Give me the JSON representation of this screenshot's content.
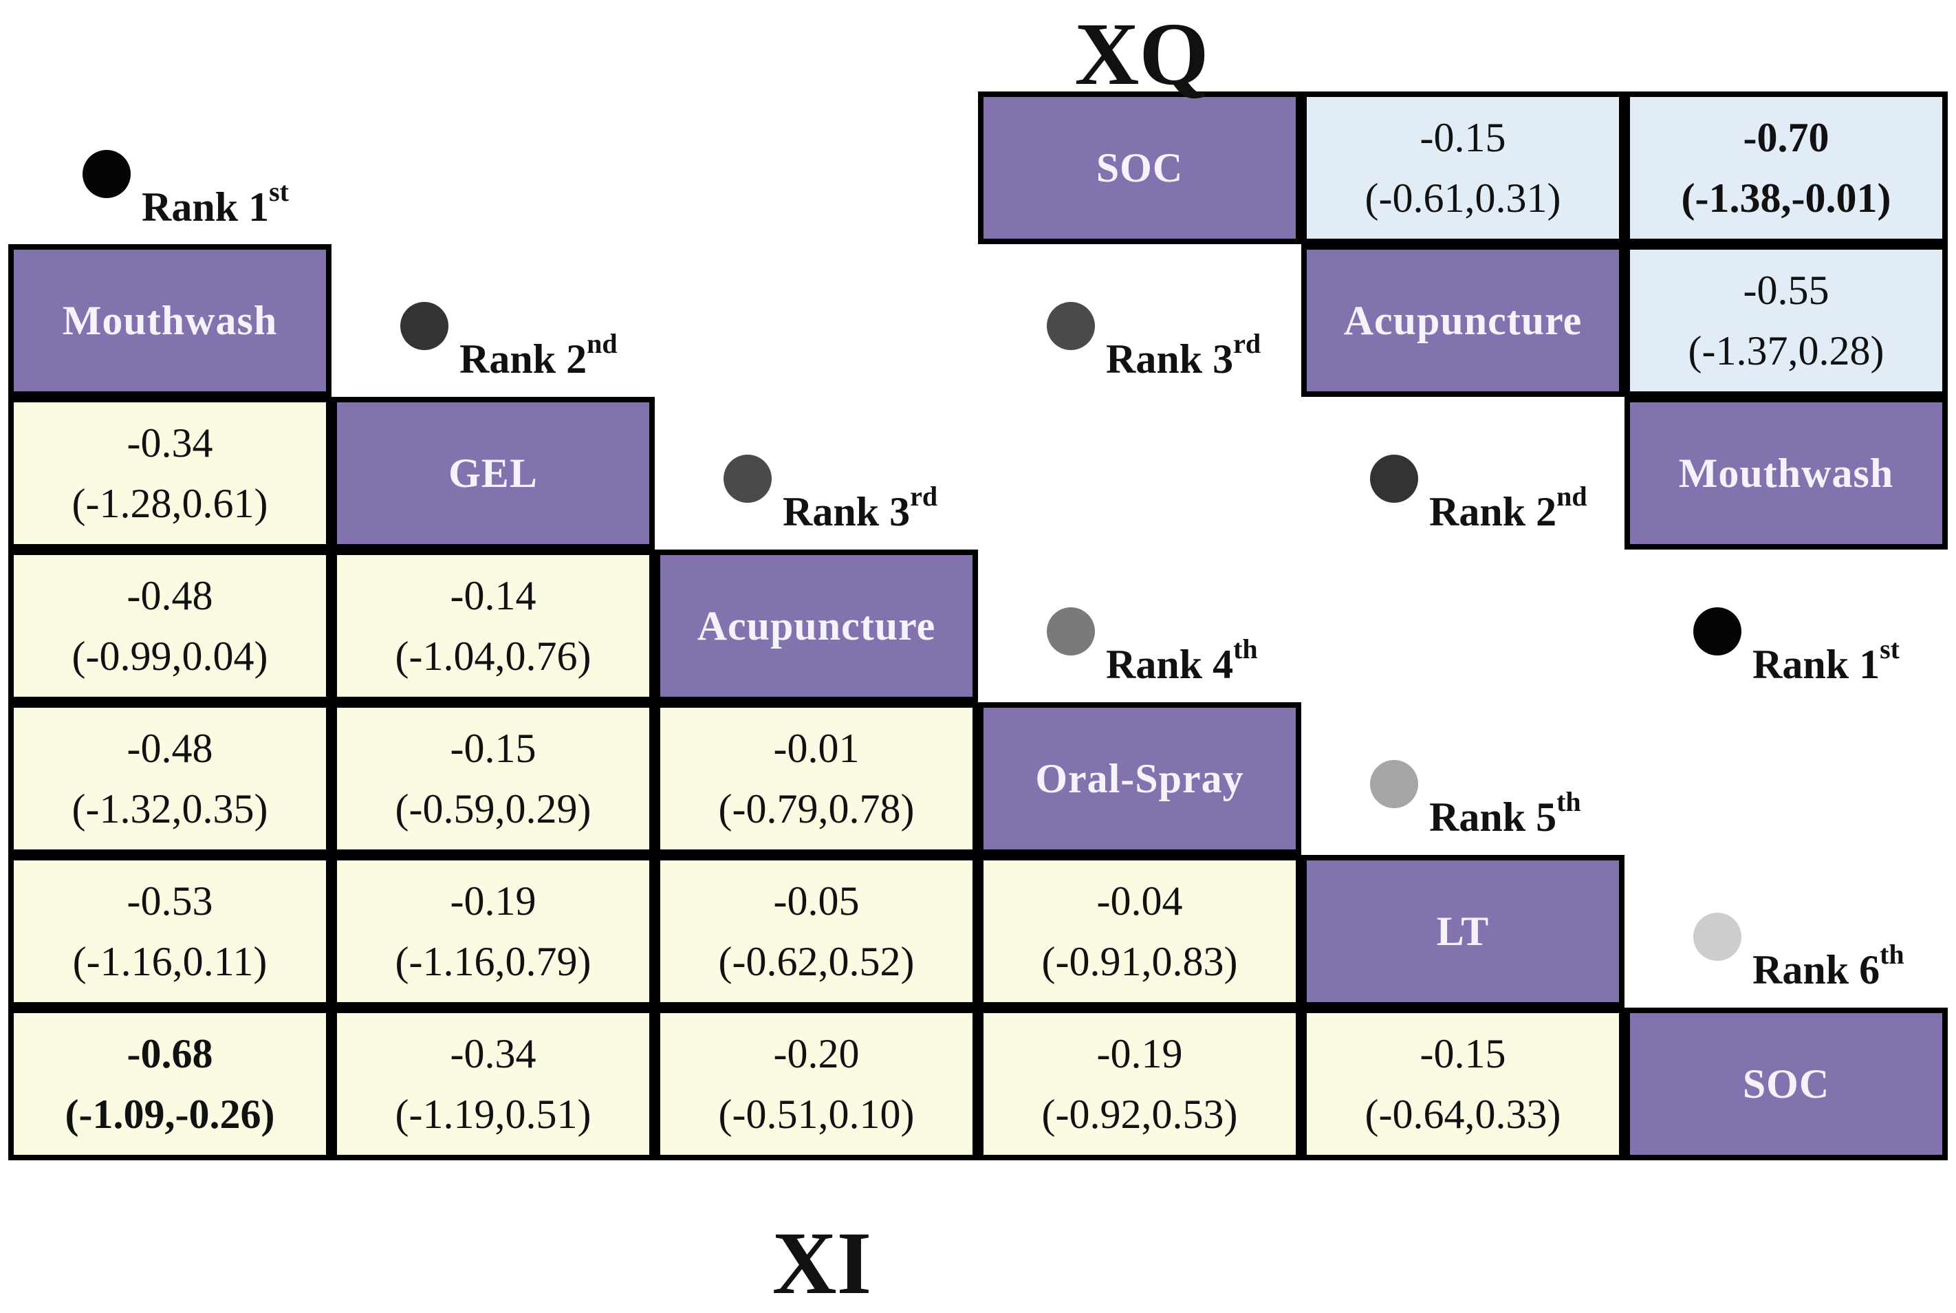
{
  "xq_label": "XQ",
  "xi_label": "XI",
  "colors": {
    "treatment": "#8273ae",
    "xi_cell": "#fbfbe3",
    "xq_cell": "#e1ecf7",
    "border": "#000000"
  },
  "xi": {
    "treatments": [
      "Mouthwash",
      "GEL",
      "Acupuncture",
      "Oral-Spray",
      "LT",
      "SOC"
    ],
    "ranks": [
      {
        "word": "Rank",
        "num": "1",
        "suffix": "st",
        "dot_color": "#050505"
      },
      {
        "word": "Rank",
        "num": "2",
        "suffix": "nd",
        "dot_color": "#333333"
      },
      {
        "word": "Rank",
        "num": "3",
        "suffix": "rd",
        "dot_color": "#4a4a4a"
      },
      {
        "word": "Rank",
        "num": "4",
        "suffix": "th",
        "dot_color": "#7a7a7a"
      },
      {
        "word": "Rank",
        "num": "5",
        "suffix": "th",
        "dot_color": "#a6a6a6"
      },
      {
        "word": "Rank",
        "num": "6",
        "suffix": "th",
        "dot_color": "#cdcdcd"
      }
    ],
    "cells": [
      {
        "est": "-0.34",
        "ci": "(-1.28,0.61)",
        "bold": false
      },
      {
        "est": "-0.48",
        "ci": "(-0.99,0.04)",
        "bold": false
      },
      {
        "est": "-0.14",
        "ci": "(-1.04,0.76)",
        "bold": false
      },
      {
        "est": "-0.48",
        "ci": "(-1.32,0.35)",
        "bold": false
      },
      {
        "est": "-0.15",
        "ci": "(-0.59,0.29)",
        "bold": false
      },
      {
        "est": "-0.01",
        "ci": "(-0.79,0.78)",
        "bold": false
      },
      {
        "est": "-0.53",
        "ci": "(-1.16,0.11)",
        "bold": false
      },
      {
        "est": "-0.19",
        "ci": "(-1.16,0.79)",
        "bold": false
      },
      {
        "est": "-0.05",
        "ci": "(-0.62,0.52)",
        "bold": false
      },
      {
        "est": "-0.04",
        "ci": "(-0.91,0.83)",
        "bold": false
      },
      {
        "est": "-0.68",
        "ci": "(-1.09,-0.26)",
        "bold": true
      },
      {
        "est": "-0.34",
        "ci": "(-1.19,0.51)",
        "bold": false
      },
      {
        "est": "-0.20",
        "ci": "(-0.51,0.10)",
        "bold": false
      },
      {
        "est": "-0.19",
        "ci": "(-0.92,0.53)",
        "bold": false
      },
      {
        "est": "-0.15",
        "ci": "(-0.64,0.33)",
        "bold": false
      }
    ]
  },
  "xq": {
    "treatments": [
      "SOC",
      "Acupuncture",
      "Mouthwash"
    ],
    "ranks": [
      {
        "word": "Rank",
        "num": "3",
        "suffix": "rd",
        "dot_color": "#4a4a4a"
      },
      {
        "word": "Rank",
        "num": "2",
        "suffix": "nd",
        "dot_color": "#333333"
      },
      {
        "word": "Rank",
        "num": "1",
        "suffix": "st",
        "dot_color": "#050505"
      }
    ],
    "cells": [
      {
        "est": "-0.15",
        "ci": "(-0.61,0.31)",
        "bold": false
      },
      {
        "est": "-0.70",
        "ci": "(-1.38,-0.01)",
        "bold": true
      },
      {
        "est": "-0.55",
        "ci": "(-1.37,0.28)",
        "bold": false
      }
    ]
  }
}
